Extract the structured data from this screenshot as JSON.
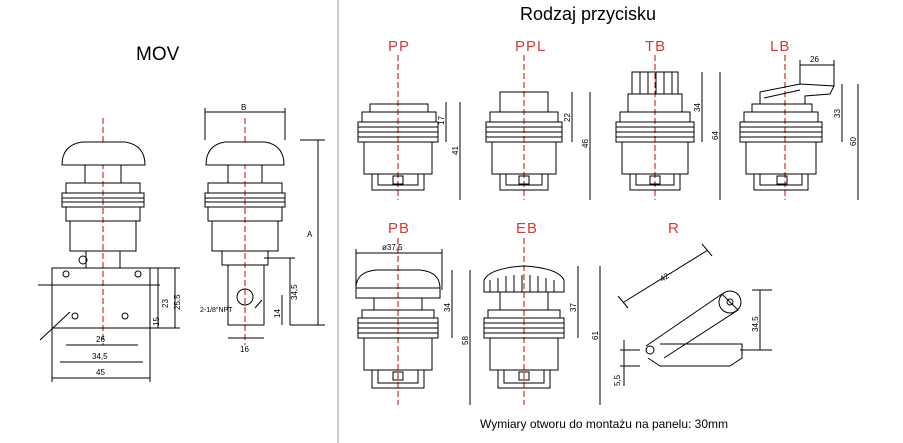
{
  "title_left": "MOV",
  "title_right": "Rodzaj przycisku",
  "footer_note": "Wymiary otworu do montażu na panelu: 30mm",
  "button_types": [
    {
      "code": "PP",
      "dims": [
        "17",
        "41"
      ]
    },
    {
      "code": "PPL",
      "dims": [
        "22",
        "46"
      ]
    },
    {
      "code": "TB",
      "dims": [
        "34",
        "64"
      ]
    },
    {
      "code": "LB",
      "dims": [
        "26",
        "33",
        "60"
      ]
    },
    {
      "code": "PB",
      "dims": [
        "ø37,5",
        "34",
        "58"
      ]
    },
    {
      "code": "EB",
      "dims": [
        "37",
        "61"
      ]
    },
    {
      "code": "R",
      "dims": [
        "42",
        "34,5",
        "5,5"
      ]
    }
  ],
  "mov_front_dims": [
    "26",
    "34,5",
    "45",
    "23",
    "25,5",
    "15"
  ],
  "mov_side_dims": [
    "B",
    "A",
    "34,5",
    "14",
    "16",
    "2-1/8\"NPT"
  ],
  "colors": {
    "label_red": "#d23b3b",
    "line": "#000000",
    "axis_red": "#c00000"
  }
}
